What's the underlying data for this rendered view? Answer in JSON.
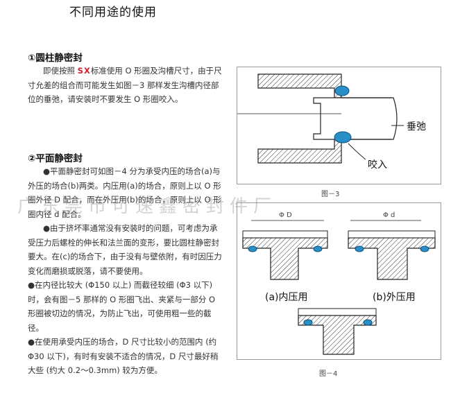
{
  "header": {
    "title": "不同用途的使用"
  },
  "section1": {
    "heading": "①圆柱静密封",
    "line1_pre": "即使按照",
    "brand": "SX",
    "line1_post": "标准使用 O 形圈及沟槽尺",
    "rest": "寸，由于尺寸允差的组合而可能发生如图－3 那样发生沟槽内径部位的垂弛，请安装时不要发生 O 形圈咬入。"
  },
  "section2": {
    "heading": "②平面静密封",
    "p1": "●平面静密封可如图－4 分为承受内压的场合(a)与外压的场合(b)两类。内压用(a)的场合，原则上以 O 形圈外径 D 配合，而在外压用(b)的场合，原则上以 O 形圈内径 d 配合。",
    "p2": "●由于挤坏率通常没有安装时的问题，可考虑为承受压力后螺栓的伸长和法兰面的变形，要比圆柱静密封要大。在(c)的场合下，由于没有与壁依附，有时因压力变化而磨损或脱落，请不要使用。",
    "p3": "●在内径比较大 (Φ150 以上) 而截径较细 (Φ3 以下)时，会有图－5 那样的 O 形圈飞出、夹紧与一部分 O 形圈被切边的情况，为防止飞出，可使用粗一些的截径。",
    "p4": "●在使用承受内压的场合，D 尺寸比较小的范围内 (约 Φ30 以下)，有时有安装不适合的情况，D 尺寸最好稍大些 (约大 0.2～0.3mm) 较为方便。"
  },
  "figure3": {
    "caption": "图－3",
    "label_sag": "垂弛",
    "label_bite": "咬入"
  },
  "figure4": {
    "caption": "图－4",
    "label_a": "(a)内压用",
    "label_b": "(b)外压用",
    "dim_D": "Φ D",
    "dim_d": "Φ d"
  },
  "watermark": {
    "text": "广东莞市可速鑫密封件厂"
  },
  "colors": {
    "oring": "#2a8fc8",
    "hatch": "#333333",
    "brand": "#d0202a"
  }
}
